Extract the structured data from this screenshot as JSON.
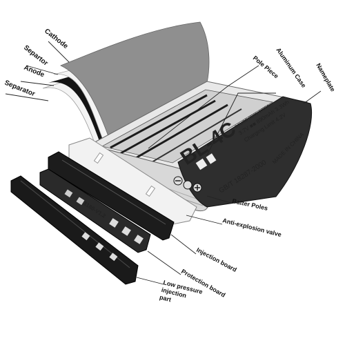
{
  "labels": {
    "cathode": "Cathode",
    "separator_top": "Separtor",
    "anode": "Anode",
    "separator": "Separator",
    "pole_piece": "Pole Piece",
    "aluminum_case": "Aluminum Case",
    "nameplate": "Nameplate",
    "battery_poles": "Batter Poles",
    "anti_explosion_valve": "Anti-explosion valve",
    "injection_board": "Injection board",
    "protection_board": "Protection board",
    "low_pressure_line1": "Low pressure",
    "low_pressure_line2": "injection",
    "low_pressure_line3": "part"
  },
  "nameplate_text": {
    "model": "BL-4C",
    "standard": "GB/T 18287-2000",
    "origin": "MADE IN CHINA",
    "spec_line1": "3.7V ■■ 890mAh 3.3Wh",
    "spec_line2": "Charging Limit 4.2V",
    "code": "BCUGD SBCL-1009A"
  },
  "pcb_text": {
    "board_code": "3180-V1.2"
  },
  "colors": {
    "background": "#ffffff",
    "cathode_sheet": "#8f8f8f",
    "anode_sheet": "#141414",
    "separator_sheet": "#f4f4f4",
    "aluminum_case": "#e8e8e8",
    "nameplate": "#2e2e2e",
    "frame_black": "#1c1c1c",
    "frame_white": "#f2f2f2"
  },
  "icons": [
    "recycle-icon",
    "crossed-bin-icon",
    "minus-pole-icon",
    "plus-pole-icon"
  ]
}
